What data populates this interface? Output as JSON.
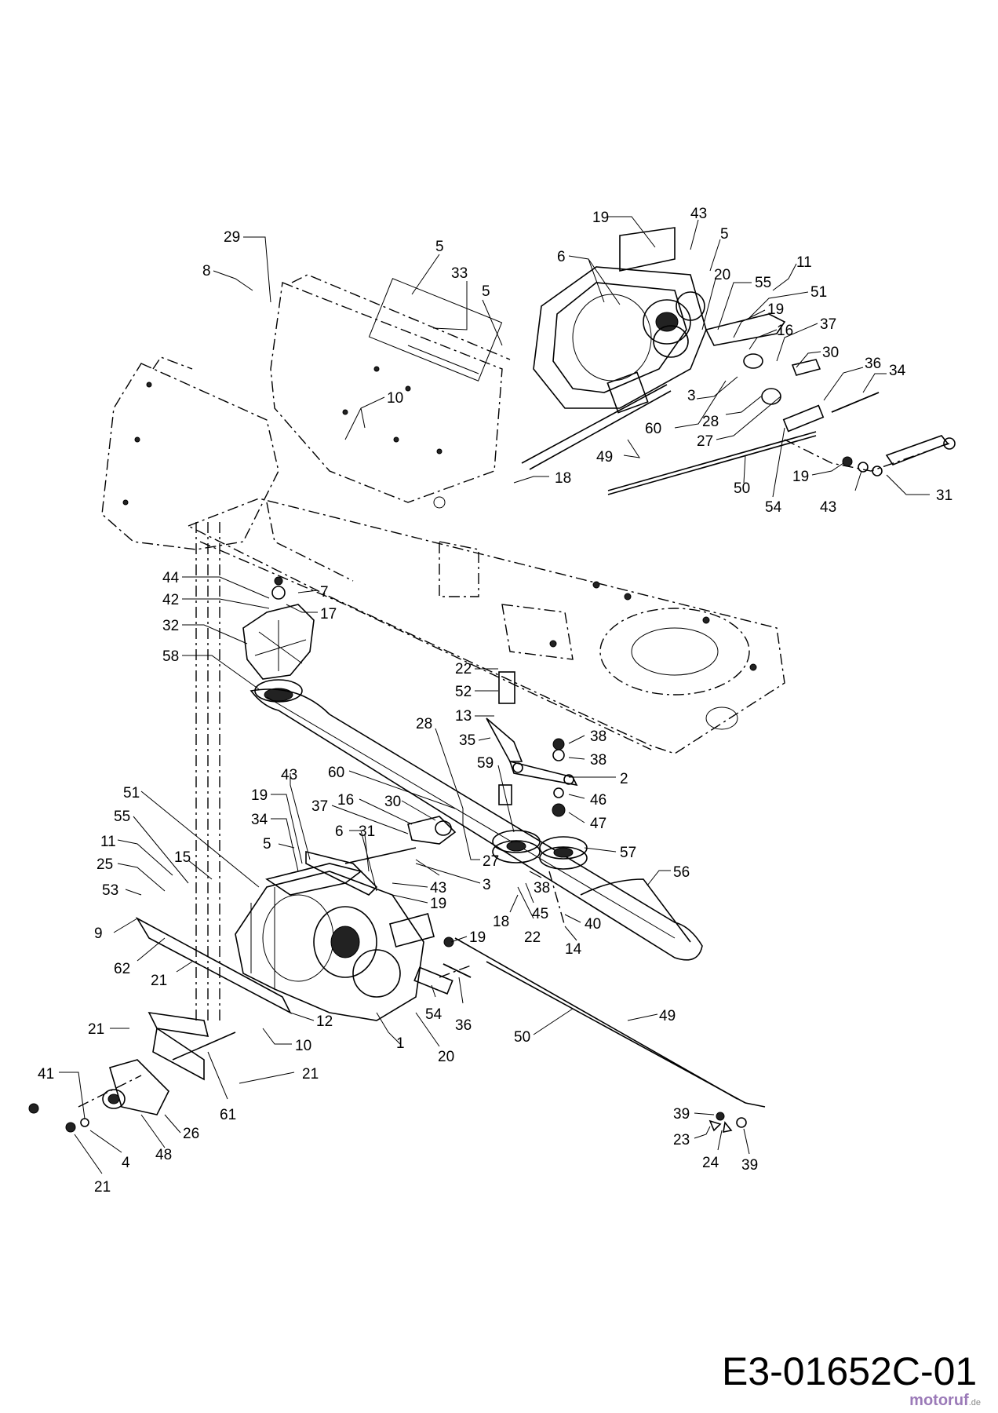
{
  "diagram": {
    "code": "E3-01652C-01",
    "watermark": "motoruf",
    "watermark_tld": ".de"
  },
  "callouts": [
    {
      "id": "c01",
      "text": "29"
    },
    {
      "id": "c02",
      "text": "8"
    },
    {
      "id": "c03",
      "text": "5"
    },
    {
      "id": "c04",
      "text": "33"
    },
    {
      "id": "c05",
      "text": "5"
    },
    {
      "id": "c06",
      "text": "10"
    },
    {
      "id": "c07",
      "text": "19"
    },
    {
      "id": "c08",
      "text": "43"
    },
    {
      "id": "c09",
      "text": "6"
    },
    {
      "id": "c10",
      "text": "5"
    },
    {
      "id": "c11",
      "text": "20"
    },
    {
      "id": "c12",
      "text": "55"
    },
    {
      "id": "c13",
      "text": "11"
    },
    {
      "id": "c14",
      "text": "51"
    },
    {
      "id": "c15",
      "text": "19"
    },
    {
      "id": "c16",
      "text": "16"
    },
    {
      "id": "c17",
      "text": "37"
    },
    {
      "id": "c18",
      "text": "30"
    },
    {
      "id": "c19",
      "text": "36"
    },
    {
      "id": "c20",
      "text": "34"
    },
    {
      "id": "c21",
      "text": "3"
    },
    {
      "id": "c22",
      "text": "28"
    },
    {
      "id": "c23",
      "text": "60"
    },
    {
      "id": "c24",
      "text": "27"
    },
    {
      "id": "c25",
      "text": "49"
    },
    {
      "id": "c26",
      "text": "50"
    },
    {
      "id": "c27",
      "text": "54"
    },
    {
      "id": "c28",
      "text": "19"
    },
    {
      "id": "c29",
      "text": "43"
    },
    {
      "id": "c30",
      "text": "31"
    },
    {
      "id": "c31",
      "text": "18"
    },
    {
      "id": "c32",
      "text": "44"
    },
    {
      "id": "c33",
      "text": "7"
    },
    {
      "id": "c34",
      "text": "42"
    },
    {
      "id": "c35",
      "text": "17"
    },
    {
      "id": "c36",
      "text": "32"
    },
    {
      "id": "c37",
      "text": "58"
    },
    {
      "id": "c38",
      "text": "22"
    },
    {
      "id": "c39",
      "text": "52"
    },
    {
      "id": "c40",
      "text": "28"
    },
    {
      "id": "c41",
      "text": "13"
    },
    {
      "id": "c42",
      "text": "35"
    },
    {
      "id": "c43",
      "text": "38"
    },
    {
      "id": "c44",
      "text": "38"
    },
    {
      "id": "c45",
      "text": "2"
    },
    {
      "id": "c46",
      "text": "60"
    },
    {
      "id": "c47",
      "text": "59"
    },
    {
      "id": "c48",
      "text": "46"
    },
    {
      "id": "c49",
      "text": "47"
    },
    {
      "id": "c50",
      "text": "57"
    },
    {
      "id": "c51",
      "text": "56"
    },
    {
      "id": "c52",
      "text": "51"
    },
    {
      "id": "c53",
      "text": "43"
    },
    {
      "id": "c54",
      "text": "19"
    },
    {
      "id": "c55",
      "text": "16"
    },
    {
      "id": "c56",
      "text": "30"
    },
    {
      "id": "c57",
      "text": "37"
    },
    {
      "id": "c58",
      "text": "34"
    },
    {
      "id": "c59",
      "text": "6"
    },
    {
      "id": "c60",
      "text": "31"
    },
    {
      "id": "c61",
      "text": "55"
    },
    {
      "id": "c62",
      "text": "11"
    },
    {
      "id": "c63",
      "text": "15"
    },
    {
      "id": "c64",
      "text": "25"
    },
    {
      "id": "c65",
      "text": "5"
    },
    {
      "id": "c66",
      "text": "27"
    },
    {
      "id": "c67",
      "text": "3"
    },
    {
      "id": "c68",
      "text": "43"
    },
    {
      "id": "c69",
      "text": "19"
    },
    {
      "id": "c70",
      "text": "38"
    },
    {
      "id": "c71",
      "text": "18"
    },
    {
      "id": "c72",
      "text": "45"
    },
    {
      "id": "c73",
      "text": "22"
    },
    {
      "id": "c74",
      "text": "40"
    },
    {
      "id": "c75",
      "text": "14"
    },
    {
      "id": "c76",
      "text": "53"
    },
    {
      "id": "c77",
      "text": "9"
    },
    {
      "id": "c78",
      "text": "62"
    },
    {
      "id": "c79",
      "text": "21"
    },
    {
      "id": "c80",
      "text": "19"
    },
    {
      "id": "c81",
      "text": "12"
    },
    {
      "id": "c82",
      "text": "54"
    },
    {
      "id": "c83",
      "text": "36"
    },
    {
      "id": "c84",
      "text": "21"
    },
    {
      "id": "c85",
      "text": "10"
    },
    {
      "id": "c86",
      "text": "1"
    },
    {
      "id": "c87",
      "text": "20"
    },
    {
      "id": "c88",
      "text": "50"
    },
    {
      "id": "c89",
      "text": "49"
    },
    {
      "id": "c90",
      "text": "41"
    },
    {
      "id": "c91",
      "text": "21"
    },
    {
      "id": "c92",
      "text": "61"
    },
    {
      "id": "c93",
      "text": "26"
    },
    {
      "id": "c94",
      "text": "48"
    },
    {
      "id": "c95",
      "text": "4"
    },
    {
      "id": "c96",
      "text": "21"
    },
    {
      "id": "c97",
      "text": "39"
    },
    {
      "id": "c98",
      "text": "23"
    },
    {
      "id": "c99",
      "text": "24"
    },
    {
      "id": "c100",
      "text": "39"
    }
  ]
}
